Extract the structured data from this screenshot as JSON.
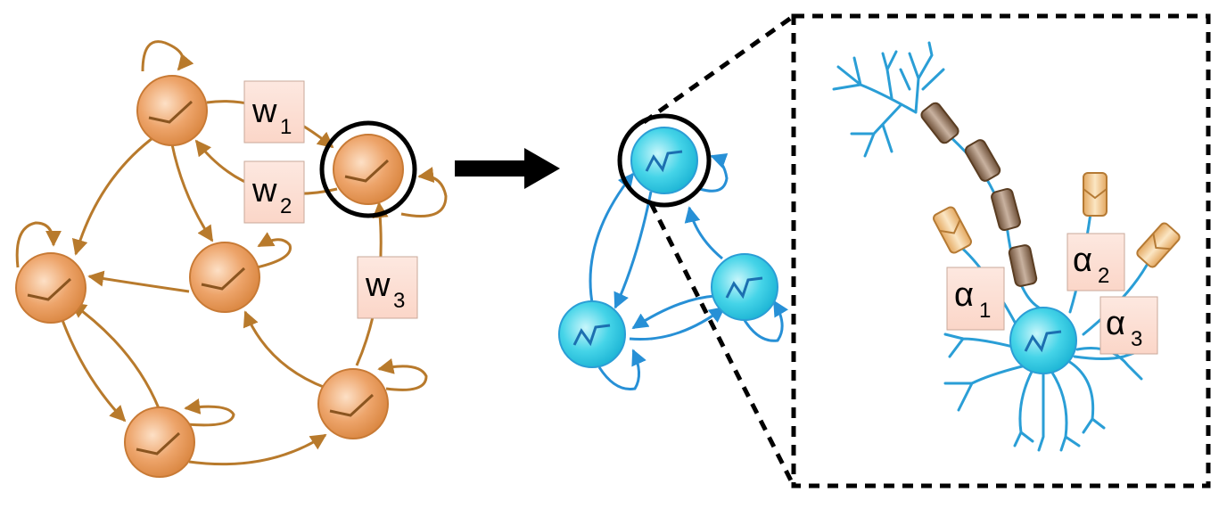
{
  "weights": [
    {
      "letter": "w",
      "sub": "1"
    },
    {
      "letter": "w",
      "sub": "2"
    },
    {
      "letter": "w",
      "sub": "3"
    }
  ],
  "alphas": [
    {
      "letter": "α",
      "sub": "1"
    },
    {
      "letter": "α",
      "sub": "2"
    },
    {
      "letter": "α",
      "sub": "3"
    }
  ],
  "colors": {
    "orange_node": "#e79a5c",
    "orange_edge": "#b87a2c",
    "blue_node": "#35cde3",
    "blue_edge": "#2790d6",
    "label_box": "#fde3d8",
    "synapse_dark": "#8b6a4d",
    "synapse_light": "#f3c58c"
  },
  "icons": {
    "orange_node": "checkmark-activation-node",
    "blue_node": "spike-neuron-node",
    "arrow": "right-arrow",
    "zoom": "dashed-zoom-box"
  }
}
